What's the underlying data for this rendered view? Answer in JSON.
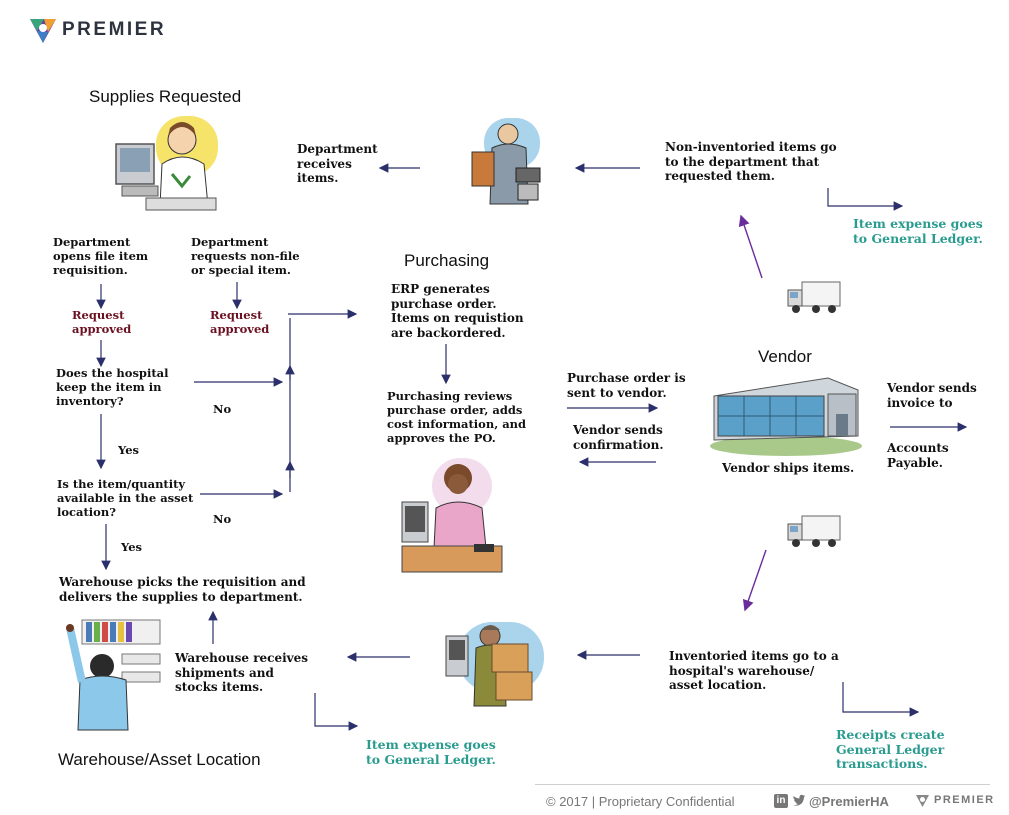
{
  "brand": {
    "name": "PREMIER"
  },
  "headings": {
    "supplies_requested": "Supplies Requested",
    "purchasing": "Purchasing",
    "vendor": "Vendor",
    "warehouse": "Warehouse/Asset Location"
  },
  "nodes": {
    "dept_receives": "Department receives items.",
    "non_inventoried": "Non-inventoried items go to the department that requested them.",
    "item_expense_top": "Item expense goes to General Ledger.",
    "dept_opens": "Department opens file item requisition.",
    "dept_requests": "Department requests non-file or special item.",
    "request_approved_1": "Request approved",
    "request_approved_2": "Request approved",
    "erp": "ERP generates purchase order. Items on requistion are backordered.",
    "hospital_keep": "Does the hospital keep the item in inventory?",
    "no_1": "No",
    "yes_1": "Yes",
    "purchasing_reviews": "Purchasing reviews purchase order, adds cost information, and approves the PO.",
    "po_sent": "Purchase order is sent to vendor.",
    "vendor_confirm": "Vendor sends confirmation.",
    "vendor_ships": "Vendor ships items.",
    "vendor_invoice": "Vendor sends invoice to",
    "accounts_payable": "Accounts Payable.",
    "item_available": "Is the item/quantity available in the asset location?",
    "no_2": "No",
    "yes_2": "Yes",
    "warehouse_picks": "Warehouse picks the requisition and delivers the supplies to department.",
    "warehouse_receives": "Warehouse receives shipments and stocks items.",
    "inventoried_items": "Inventoried items go to a hospital's warehouse/ asset location.",
    "item_expense_bottom": "Item expense goes to General Ledger.",
    "receipts": "Receipts create General Ledger transactions."
  },
  "footer": {
    "copyright": "© 2017 | Proprietary Confidential",
    "handle": "@PremierHA",
    "brand": "PREMIER"
  },
  "colors": {
    "arrow": "#2b2f6b",
    "purple_arrow": "#6a2c9a",
    "teal": "#2a9b8f",
    "maroon": "#6b1020",
    "logo_green": "#3aa57a",
    "logo_purple": "#6b3fa0"
  },
  "icons": [
    "premier-logo-icon",
    "office-worker-icon",
    "mail-clerk-icon",
    "delivery-truck-icon",
    "vendor-building-icon",
    "purchasing-agent-icon",
    "warehouse-worker-icon",
    "box-carrier-icon",
    "linkedin-icon",
    "twitter-icon"
  ]
}
